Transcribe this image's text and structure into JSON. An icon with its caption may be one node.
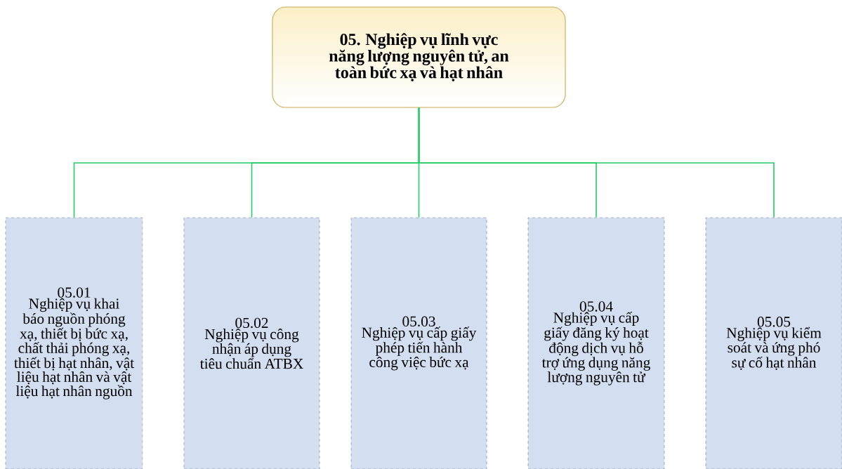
{
  "diagram": {
    "nodes": [
      {
        "text": [
          "05. Nghiệp vụ lĩnh vực năng lượng nguyên tử, an toàn bức xạ và hạt nhân"
        ]
      },
      {
        "text": [
          "05.01",
          "Nghiệp vụ khai báo nguồn phóng xạ, thiết bị bức xạ, chất thải phóng xạ, thiết bị hạt nhân, vật liệu hạt nhân và vật liệu hạt nhân nguồn"
        ]
      },
      {
        "text": [
          "05.02",
          "Nghiệp vụ công nhận áp dụng tiêu chuẩn ATBX"
        ]
      },
      {
        "text": [
          "05.03",
          "Nghiệp vụ cấp giấy phép tiến hành công việc bức xạ"
        ]
      },
      {
        "text": [
          "05.04",
          "Nghiệp vụ cấp giấy đăng ký hoạt động dịch vụ hỗ trợ ứng dụng năng lượng nguyên tử"
        ]
      },
      {
        "text": [
          "05.05",
          "Nghiệp vụ kiểm soát và ứng phó sự cố hạt nhân"
        ]
      }
    ],
    "edges": [
      {
        "from": 0,
        "to": 1,
        "arrow": "none"
      },
      {
        "from": 0,
        "to": 2,
        "arrow": "none"
      },
      {
        "from": 0,
        "to": 3,
        "arrow": "none"
      },
      {
        "from": 0,
        "to": 4,
        "arrow": "none"
      },
      {
        "from": 0,
        "to": 5,
        "arrow": "none"
      }
    ]
  }
}
